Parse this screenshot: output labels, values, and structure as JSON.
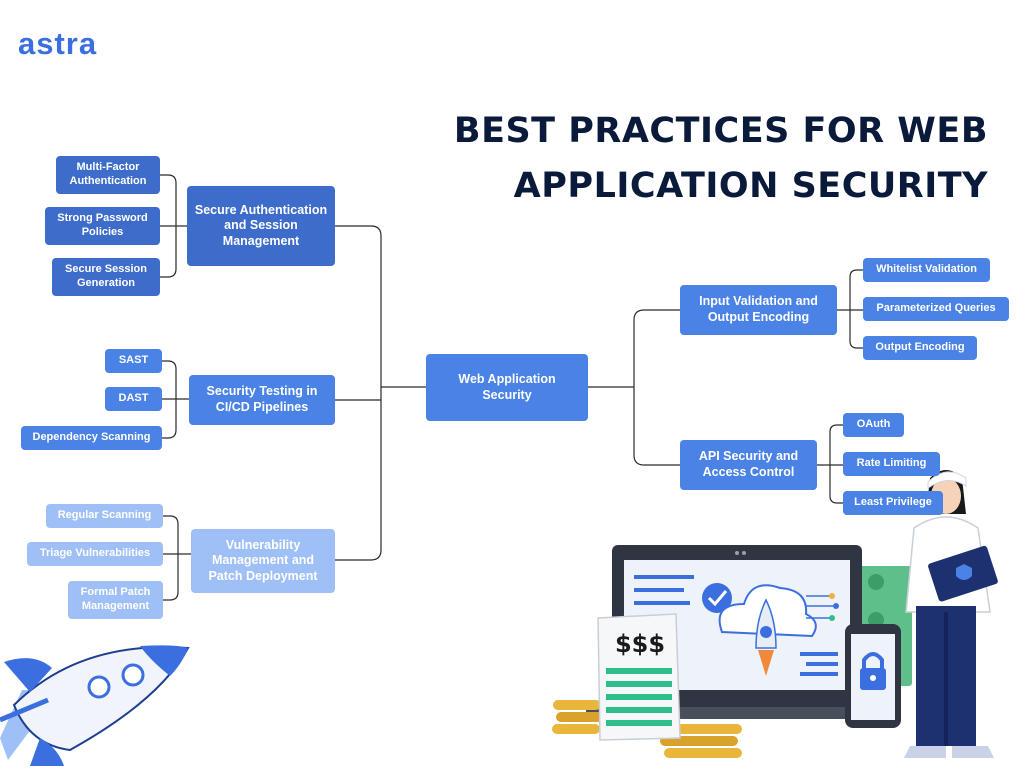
{
  "brand": {
    "logo": "astra"
  },
  "title": {
    "line1": "BEST PRACTICES FOR WEB",
    "line2": "APPLICATION SECURITY"
  },
  "center": {
    "label": "Web Application Security"
  },
  "left_groups": [
    {
      "label": "Secure Authentication and Session Management",
      "items": [
        "Multi-Factor Authentication",
        "Strong Password Policies",
        "Secure Session Generation"
      ]
    },
    {
      "label": "Security Testing in CI/CD Pipelines",
      "items": [
        "SAST",
        "DAST",
        "Dependency Scanning"
      ]
    },
    {
      "label": "Vulnerability Management and Patch Deployment",
      "items": [
        "Regular Scanning",
        "Triage Vulnerabilities",
        "Formal Patch Management"
      ]
    }
  ],
  "right_groups": [
    {
      "label": "Input Validation and Output Encoding",
      "items": [
        "Whitelist Validation",
        "Parameterized Queries",
        "Output Encoding"
      ]
    },
    {
      "label": "API Security and Access Control",
      "items": [
        "OAuth",
        "Rate Limiting",
        "Least Privilege"
      ]
    }
  ],
  "illustration": {
    "invoice_text": "$$$"
  },
  "colors": {
    "navy": "#0a1a3a",
    "blue_dark": "#3e6ccb",
    "blue": "#4a82e6",
    "blue_light": "#9fc0f6",
    "connector": "#2a2a2a",
    "gold": "#e9b53a",
    "green": "#2dbf8a"
  }
}
